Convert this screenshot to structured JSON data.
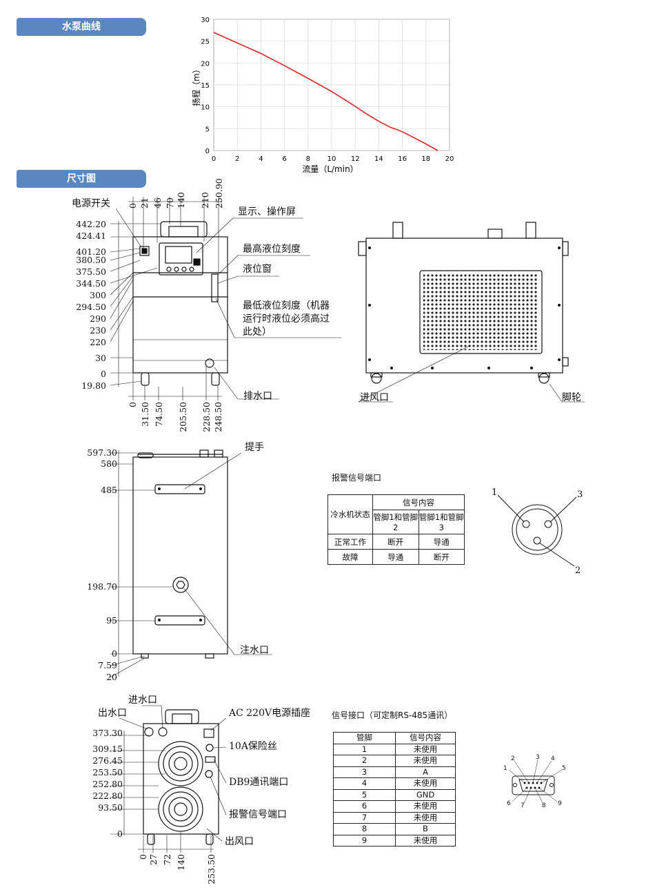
{
  "headers": {
    "pump_curve": "水泵曲线",
    "dimensions": "尺寸图"
  },
  "chart_data": {
    "type": "line",
    "xlabel": "流量（L/min）",
    "ylabel": "扬程（m）",
    "xlim": [
      0,
      20
    ],
    "ylim": [
      0,
      30
    ],
    "xticks": [
      0,
      2,
      4,
      6,
      8,
      10,
      12,
      14,
      16,
      18,
      20
    ],
    "yticks": [
      0,
      5,
      10,
      15,
      20,
      25,
      30
    ],
    "grid": true,
    "series": [
      {
        "color": "#e02020",
        "x": [
          0,
          2,
          4,
          6,
          8,
          10,
          12,
          13,
          14,
          15,
          16,
          17,
          18,
          19
        ],
        "y": [
          27,
          24.6,
          22.2,
          19.4,
          16.5,
          13.5,
          10.1,
          8.3,
          6.7,
          5.3,
          4.3,
          2.9,
          1.5,
          0
        ]
      }
    ]
  },
  "front_view": {
    "top_dims": [
      "0",
      "21",
      "46",
      "70",
      "140",
      "210",
      "250.90"
    ],
    "left_dims": [
      "442.20",
      "424.41",
      "401.20",
      "380.50",
      "375.50",
      "344.50",
      "300",
      "294.50",
      "290",
      "230",
      "220",
      "30",
      "0",
      "19.80"
    ],
    "bottom_dims": [
      "0",
      "31.50",
      "74.50",
      "205.50",
      "228.50",
      "248.50"
    ],
    "callouts": {
      "power_switch": "电源开关",
      "display": "显示、操作屏",
      "max_level": "最高液位刻度",
      "level_window": "液位窗",
      "min_level_1": "最低液位刻度（机器",
      "min_level_2": "运行时液位必须高过",
      "min_level_3": "此处）",
      "drain": "排水口"
    }
  },
  "side_view": {
    "callouts": {
      "air_inlet": "进风口",
      "caster": "脚轮"
    }
  },
  "top_view": {
    "left_dims": [
      "597.30",
      "580",
      "485",
      "198.70",
      "95",
      "0",
      "7.59",
      "20"
    ],
    "callouts": {
      "handle": "提手",
      "fill_port": "注水口"
    }
  },
  "rear_view": {
    "left_dims": [
      "373.30",
      "309.15",
      "276.45",
      "253.50",
      "252.80",
      "222.80",
      "93.50",
      "0"
    ],
    "bottom_dims": [
      "0",
      "27",
      "72",
      "140",
      "253.50"
    ],
    "callouts": {
      "water_inlet": "进水口",
      "water_outlet": "出水口",
      "power_socket": "AC 220V电源插座",
      "fuse": "10A保险丝",
      "db9": "DB9通讯端口",
      "alarm_port": "报警信号端口",
      "air_outlet": "出风口"
    }
  },
  "alarm_table": {
    "title": "报警信号端口",
    "status_header": "冷水机状态",
    "signal_header": "信号内容",
    "col1": "管脚1和管脚2",
    "col2": "管脚1和管脚3",
    "rows": [
      {
        "status": "正常工作",
        "c1": "断开",
        "c2": "导通"
      },
      {
        "status": "故障",
        "c1": "导通",
        "c2": "断开"
      }
    ],
    "connector_pins": [
      "1",
      "3",
      "2"
    ]
  },
  "signal_table": {
    "title": "信号接口（可定制RS-485通讯）",
    "headers": [
      "管脚",
      "信号内容"
    ],
    "rows": [
      {
        "pin": "1",
        "signal": "未使用"
      },
      {
        "pin": "2",
        "signal": "未使用"
      },
      {
        "pin": "3",
        "signal": "A"
      },
      {
        "pin": "4",
        "signal": "未使用"
      },
      {
        "pin": "5",
        "signal": "GND"
      },
      {
        "pin": "6",
        "signal": "未使用"
      },
      {
        "pin": "7",
        "signal": "未使用"
      },
      {
        "pin": "8",
        "signal": "B"
      },
      {
        "pin": "9",
        "signal": "未使用"
      }
    ],
    "db9_pins": [
      "1",
      "2",
      "3",
      "4",
      "5",
      "6",
      "7",
      "8",
      "9"
    ]
  }
}
